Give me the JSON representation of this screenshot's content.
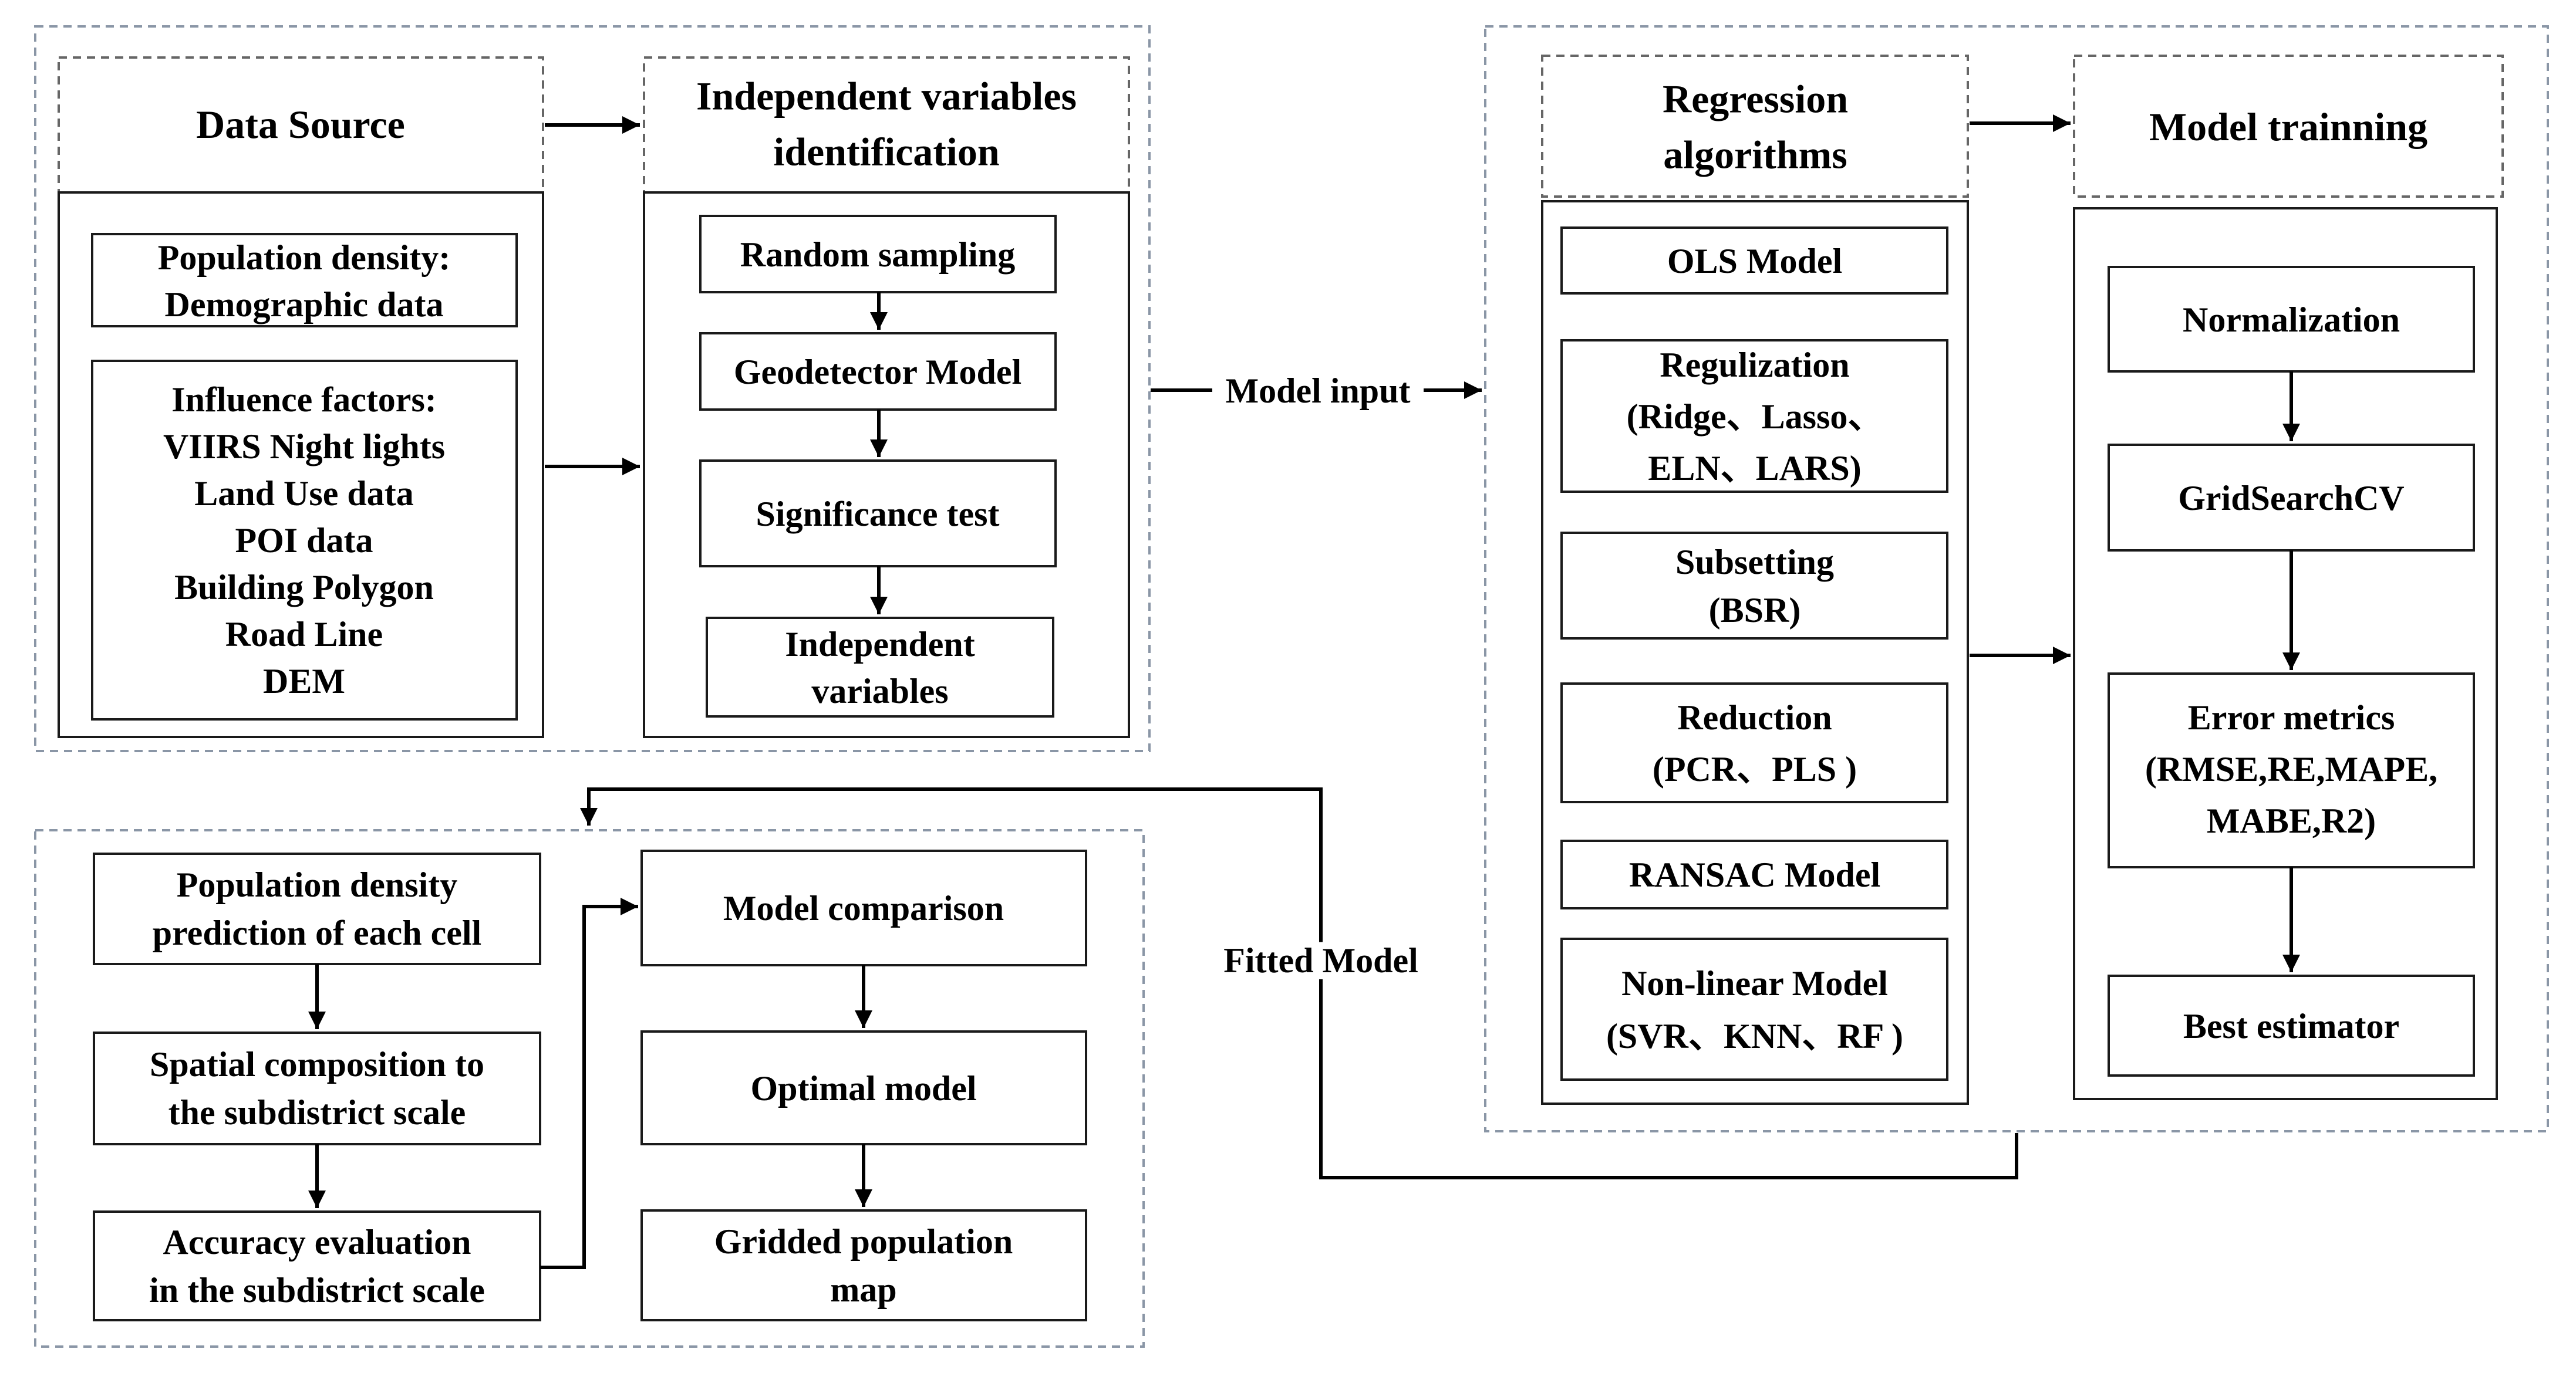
{
  "data_source": {
    "title": "Data Source",
    "population": [
      "Population density:",
      "Demographic data"
    ],
    "factors": [
      "Influence factors:",
      "VIIRS Night lights",
      "Land Use data",
      "POI data",
      "Building Polygon",
      "Road Line",
      "DEM"
    ]
  },
  "independent_vars": {
    "title": [
      "Independent variables",
      "identification"
    ],
    "steps": {
      "random_sampling": [
        "Random sampling"
      ],
      "geodetector": [
        "Geodetector Model"
      ],
      "significance": [
        "Significance test"
      ],
      "independent": [
        "Independent",
        "variables"
      ]
    }
  },
  "regression": {
    "title": [
      "Regression",
      "algorithms"
    ],
    "items": {
      "ols": [
        "OLS Model"
      ],
      "regul": [
        "Regulization",
        "(Ridge、Lasso、",
        "ELN、LARS)"
      ],
      "subset": [
        "Subsetting",
        "(BSR)"
      ],
      "reduction": [
        "Reduction",
        "(PCR、PLS )"
      ],
      "ransac": [
        "RANSAC Model"
      ],
      "nonlinear": [
        "Non-linear Model",
        "(SVR、KNN、RF )"
      ]
    }
  },
  "training": {
    "title": [
      "Model trainning"
    ],
    "steps": {
      "norm": [
        "Normalization"
      ],
      "grid": [
        "GridSearchCV"
      ],
      "error": [
        "Error metrics",
        "(RMSE,RE,MAPE,",
        "MABE,R2)"
      ],
      "best": [
        "Best estimator"
      ]
    }
  },
  "evaluation": {
    "left": {
      "pred": [
        "Population density",
        "prediction of each cell"
      ],
      "spatial": [
        "Spatial composition to",
        "the subdistrict scale"
      ],
      "accuracy": [
        "Accuracy evaluation",
        "in the subdistrict scale"
      ]
    },
    "right": {
      "compare": [
        "Model comparison"
      ],
      "optimal": [
        "Optimal model"
      ],
      "gridded": [
        "Gridded population",
        "map"
      ]
    }
  },
  "connectors": {
    "model_input": "Model input",
    "fitted_model": "Fitted Model"
  },
  "colors": {
    "dashed_border": "#8a96a6",
    "box_border": "#1a1a1a",
    "line": "#000000"
  }
}
